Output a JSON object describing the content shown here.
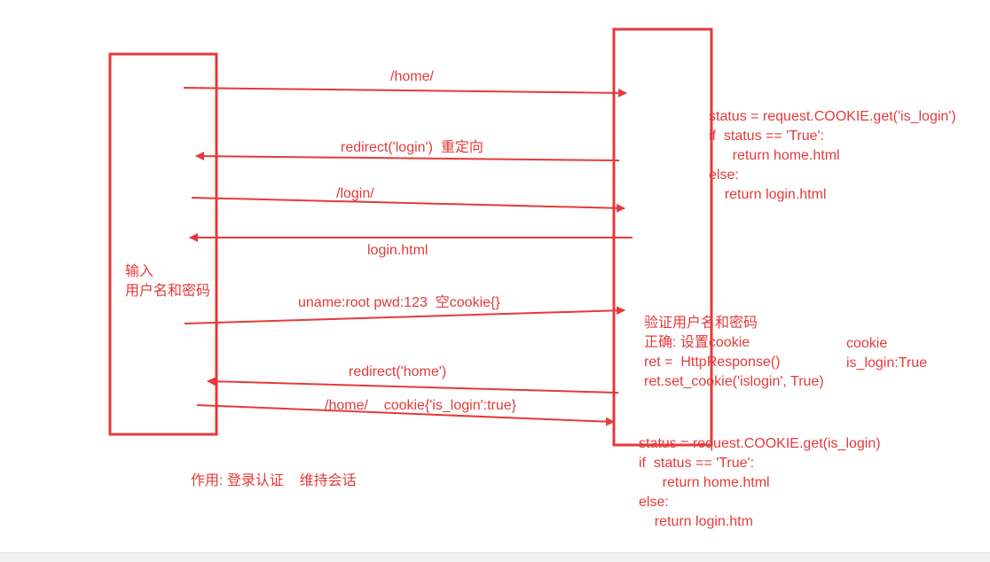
{
  "colors": {
    "accent": "#e43a3a"
  },
  "messages": {
    "m1": "/home/",
    "m2": "redirect('login')  重定向",
    "m3": "/login/",
    "m4": "login.html",
    "m5": "uname:root pwd:123  空cookie{}",
    "m6": "redirect('home')",
    "m7": "/home/    cookie{'is_login':true}"
  },
  "client": {
    "note": "输入\n用户名和密码"
  },
  "server": {
    "logic1": "status = request.COOKIE.get('is_login')\nif  status == 'True':\n      return home.html\nelse:\n    return login.html",
    "verify": "验证用户名和密码\n正确: 设置cookie\nret =  HttpResponse()\nret.set_cookie('islogin', True)",
    "cookie_note": "cookie\nis_login:True",
    "logic2": "status = request.COOKIE.get(is_login)\nif  status == 'True':\n      return home.html\nelse:\n    return login.htm"
  },
  "footer_note": "作用: 登录认证    维持会话"
}
